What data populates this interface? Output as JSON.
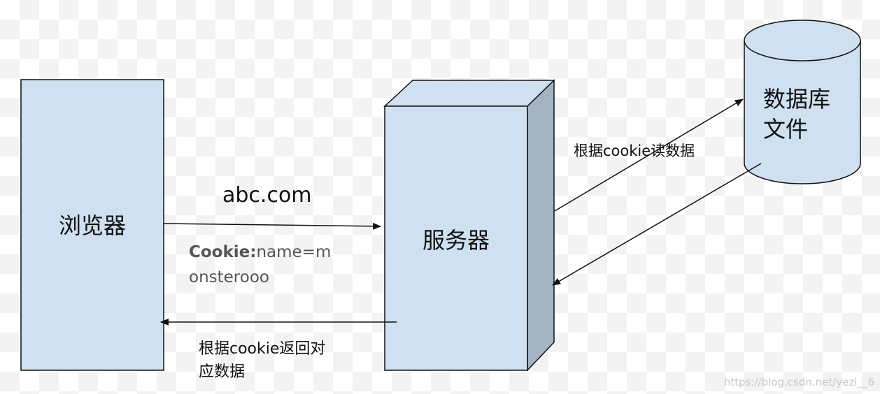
{
  "colors": {
    "node_fill": "#cfe0f1",
    "node_side": "#a4b4c2",
    "stroke": "#111111",
    "cookie_label": "#555555",
    "watermark": "#c7c7c7"
  },
  "nodes": {
    "browser": {
      "label": "浏览器"
    },
    "server": {
      "label": "服务器"
    },
    "database": {
      "label_line1": "数据库",
      "label_line2": "文件"
    }
  },
  "edges": {
    "request": {
      "label": "abc.com",
      "cookie_key": "Cookie:",
      "cookie_value_line1": "name=m",
      "cookie_value_line2": "onsterooo"
    },
    "read": {
      "label": "根据cookie读数据"
    },
    "response": {
      "label_line1": "根据cookie返回对",
      "label_line2": "应数据"
    }
  },
  "watermark": "https://blog.csdn.net/yezi__6"
}
